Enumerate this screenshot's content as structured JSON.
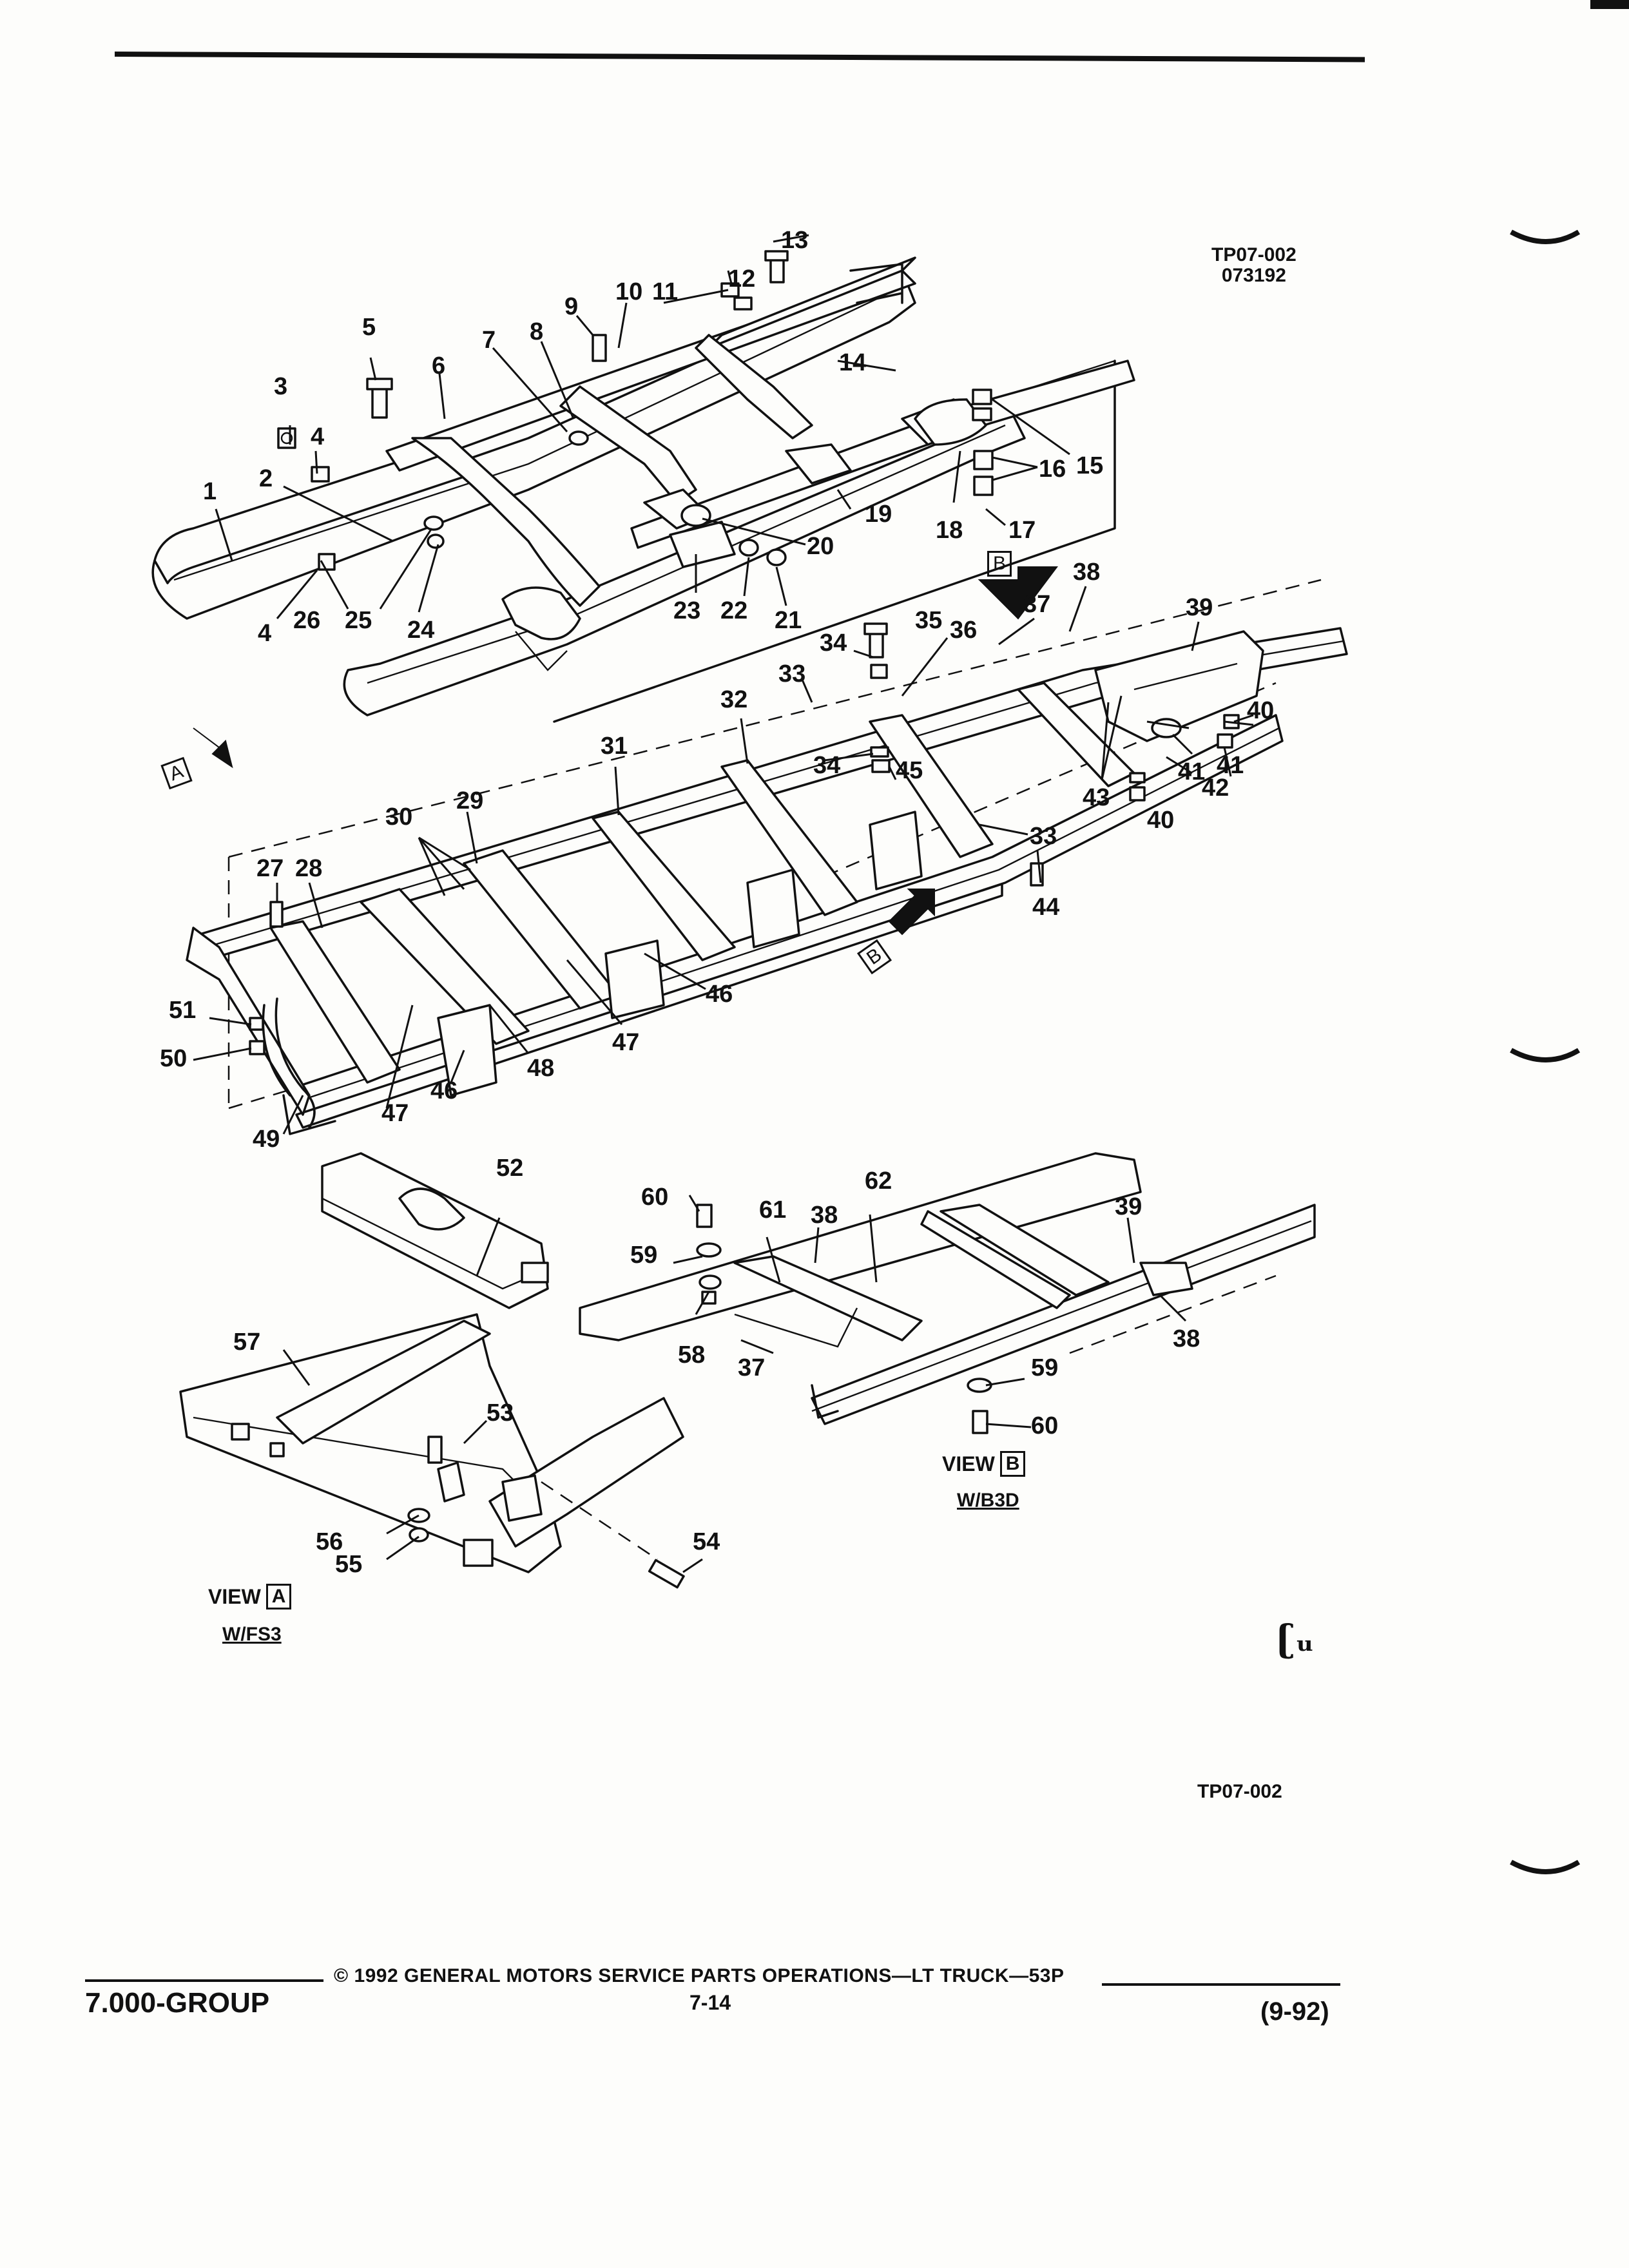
{
  "header": {
    "code_top": "TP07-002",
    "code_date": "073192"
  },
  "callouts": [
    "1",
    "2",
    "3",
    "4",
    "4",
    "5",
    "6",
    "7",
    "8",
    "9",
    "10",
    "11",
    "12",
    "13",
    "14",
    "15",
    "16",
    "17",
    "18",
    "19",
    "20",
    "21",
    "22",
    "23",
    "24",
    "25",
    "26",
    "27",
    "28",
    "29",
    "30",
    "31",
    "32",
    "33",
    "33",
    "34",
    "34",
    "35",
    "36",
    "37",
    "37",
    "38",
    "38",
    "38",
    "39",
    "39",
    "40",
    "40",
    "41",
    "41",
    "42",
    "43",
    "44",
    "45",
    "46",
    "46",
    "47",
    "47",
    "48",
    "49",
    "50",
    "51",
    "52",
    "53",
    "54",
    "55",
    "56",
    "57",
    "58",
    "59",
    "59",
    "60",
    "60",
    "61",
    "62"
  ],
  "view_markers": {
    "a": "A",
    "b": "B"
  },
  "view_a": {
    "prefix": "VIEW",
    "letter": "A",
    "caption": "W/FS3"
  },
  "view_b": {
    "prefix": "VIEW",
    "letter": "B",
    "caption": "W/B3D"
  },
  "code_bottom": "TP07-002",
  "footer": {
    "group": "7.000-GROUP",
    "copyright": "© 1992 GENERAL MOTORS SERVICE PARTS OPERATIONS—LT TRUCK—53P",
    "page": "7-14",
    "date": "(9-92)"
  },
  "logo_glyph": "ʗᵤ",
  "colors": {
    "ink": "#111111",
    "paper": "#fdfdfb"
  }
}
